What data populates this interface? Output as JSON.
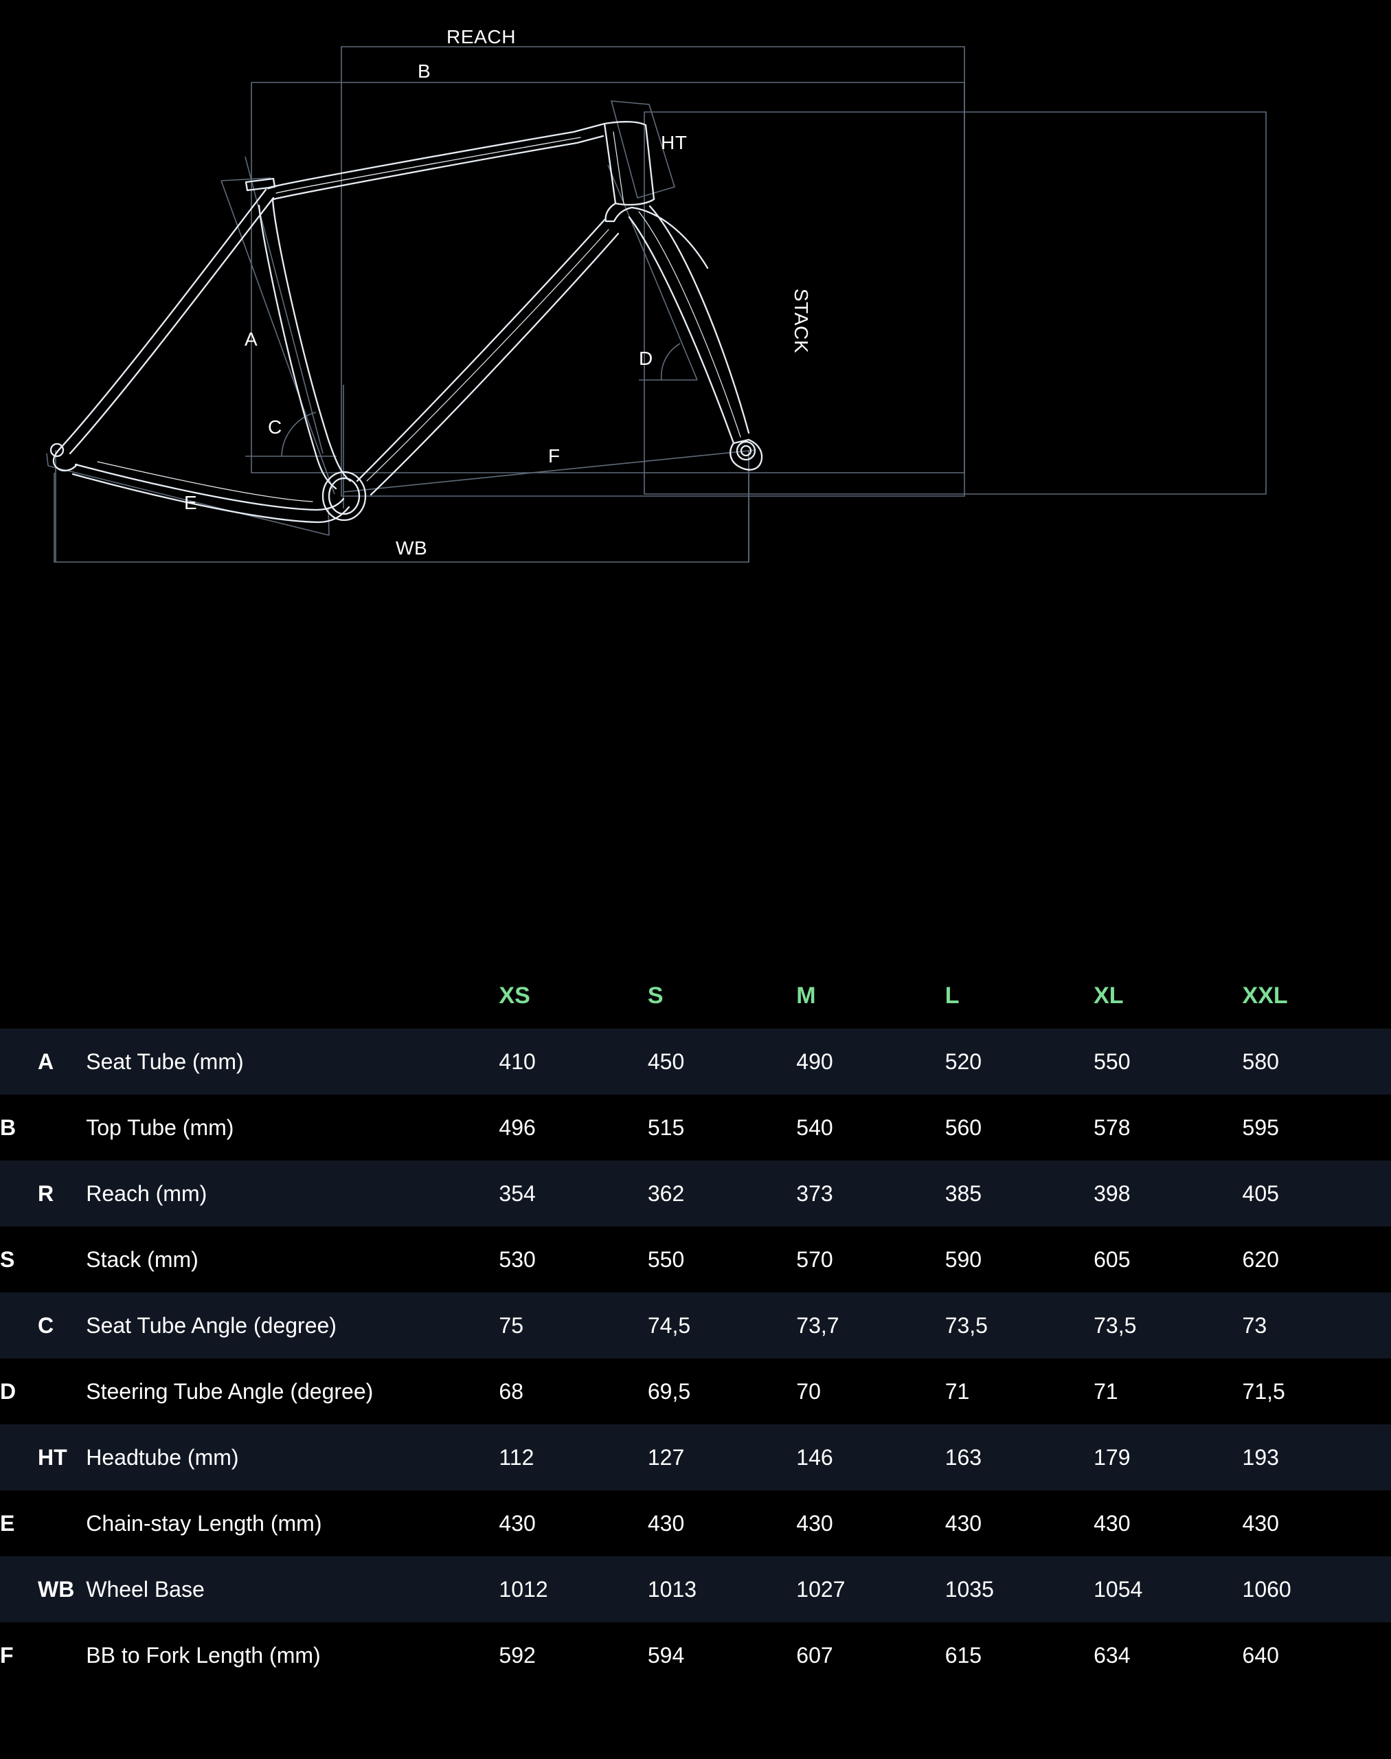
{
  "diagram": {
    "labels": [
      {
        "key": "reach",
        "text": "REACH"
      },
      {
        "key": "b",
        "text": "B"
      },
      {
        "key": "ht",
        "text": "HT"
      },
      {
        "key": "stack",
        "text": "STACK"
      },
      {
        "key": "a",
        "text": "A"
      },
      {
        "key": "c",
        "text": "C"
      },
      {
        "key": "d",
        "text": "D"
      },
      {
        "key": "e",
        "text": "E"
      },
      {
        "key": "f",
        "text": "F"
      },
      {
        "key": "wb",
        "text": "WB"
      }
    ],
    "label_reach": "REACH",
    "label_b": "B",
    "label_ht": "HT",
    "label_stack": "STACK",
    "label_a": "A",
    "label_c": "C",
    "label_d": "D",
    "label_e": "E",
    "label_f": "F",
    "label_wb": "WB",
    "colors": {
      "background": "#000000",
      "frame_stroke": "#e8eef5",
      "dimension_stroke": "#5f6b7a"
    }
  },
  "table": {
    "accent_color": "#7ddf96",
    "stripe_color": "#111722",
    "columns": [
      "XS",
      "S",
      "M",
      "L",
      "XL",
      "XXL"
    ],
    "rows": [
      {
        "code": "A",
        "desc": "Seat Tube (mm)",
        "values": [
          "410",
          "450",
          "490",
          "520",
          "550",
          "580"
        ]
      },
      {
        "code": "B",
        "desc": "Top Tube (mm)",
        "values": [
          "496",
          "515",
          "540",
          "560",
          "578",
          "595"
        ]
      },
      {
        "code": "R",
        "desc": "Reach (mm)",
        "values": [
          "354",
          "362",
          "373",
          "385",
          "398",
          "405"
        ]
      },
      {
        "code": "S",
        "desc": "Stack (mm)",
        "values": [
          "530",
          "550",
          "570",
          "590",
          "605",
          "620"
        ]
      },
      {
        "code": "C",
        "desc": "Seat Tube Angle (degree)",
        "values": [
          "75",
          "74,5",
          "73,7",
          "73,5",
          "73,5",
          "73"
        ]
      },
      {
        "code": "D",
        "desc": "Steering Tube Angle (degree)",
        "values": [
          "68",
          "69,5",
          "70",
          "71",
          "71",
          "71,5"
        ]
      },
      {
        "code": "HT",
        "desc": "Headtube (mm)",
        "values": [
          "112",
          "127",
          "146",
          "163",
          "179",
          "193"
        ]
      },
      {
        "code": "E",
        "desc": "Chain-stay Length (mm)",
        "values": [
          "430",
          "430",
          "430",
          "430",
          "430",
          "430"
        ]
      },
      {
        "code": "WB",
        "desc": "Wheel Base",
        "values": [
          "1012",
          "1013",
          "1027",
          "1035",
          "1054",
          "1060"
        ]
      },
      {
        "code": "F",
        "desc": "BB to Fork Length (mm)",
        "values": [
          "592",
          "594",
          "607",
          "615",
          "634",
          "640"
        ]
      }
    ]
  },
  "chart_data": {
    "type": "table",
    "title": "Frame Geometry",
    "categories": [
      "XS",
      "S",
      "M",
      "L",
      "XL",
      "XXL"
    ],
    "series": [
      {
        "name": "Seat Tube (mm)",
        "code": "A",
        "values": [
          410,
          450,
          490,
          520,
          550,
          580
        ]
      },
      {
        "name": "Top Tube (mm)",
        "code": "B",
        "values": [
          496,
          515,
          540,
          560,
          578,
          595
        ]
      },
      {
        "name": "Reach (mm)",
        "code": "R",
        "values": [
          354,
          362,
          373,
          385,
          398,
          405
        ]
      },
      {
        "name": "Stack (mm)",
        "code": "S",
        "values": [
          530,
          550,
          570,
          590,
          605,
          620
        ]
      },
      {
        "name": "Seat Tube Angle (degree)",
        "code": "C",
        "values": [
          75,
          74.5,
          73.7,
          73.5,
          73.5,
          73
        ]
      },
      {
        "name": "Steering Tube Angle (degree)",
        "code": "D",
        "values": [
          68,
          69.5,
          70,
          71,
          71,
          71.5
        ]
      },
      {
        "name": "Headtube (mm)",
        "code": "HT",
        "values": [
          112,
          127,
          146,
          163,
          179,
          193
        ]
      },
      {
        "name": "Chain-stay Length (mm)",
        "code": "E",
        "values": [
          430,
          430,
          430,
          430,
          430,
          430
        ]
      },
      {
        "name": "Wheel Base",
        "code": "WB",
        "values": [
          1012,
          1013,
          1027,
          1035,
          1054,
          1060
        ]
      },
      {
        "name": "BB to Fork Length (mm)",
        "code": "F",
        "values": [
          592,
          594,
          607,
          615,
          634,
          640
        ]
      }
    ]
  }
}
